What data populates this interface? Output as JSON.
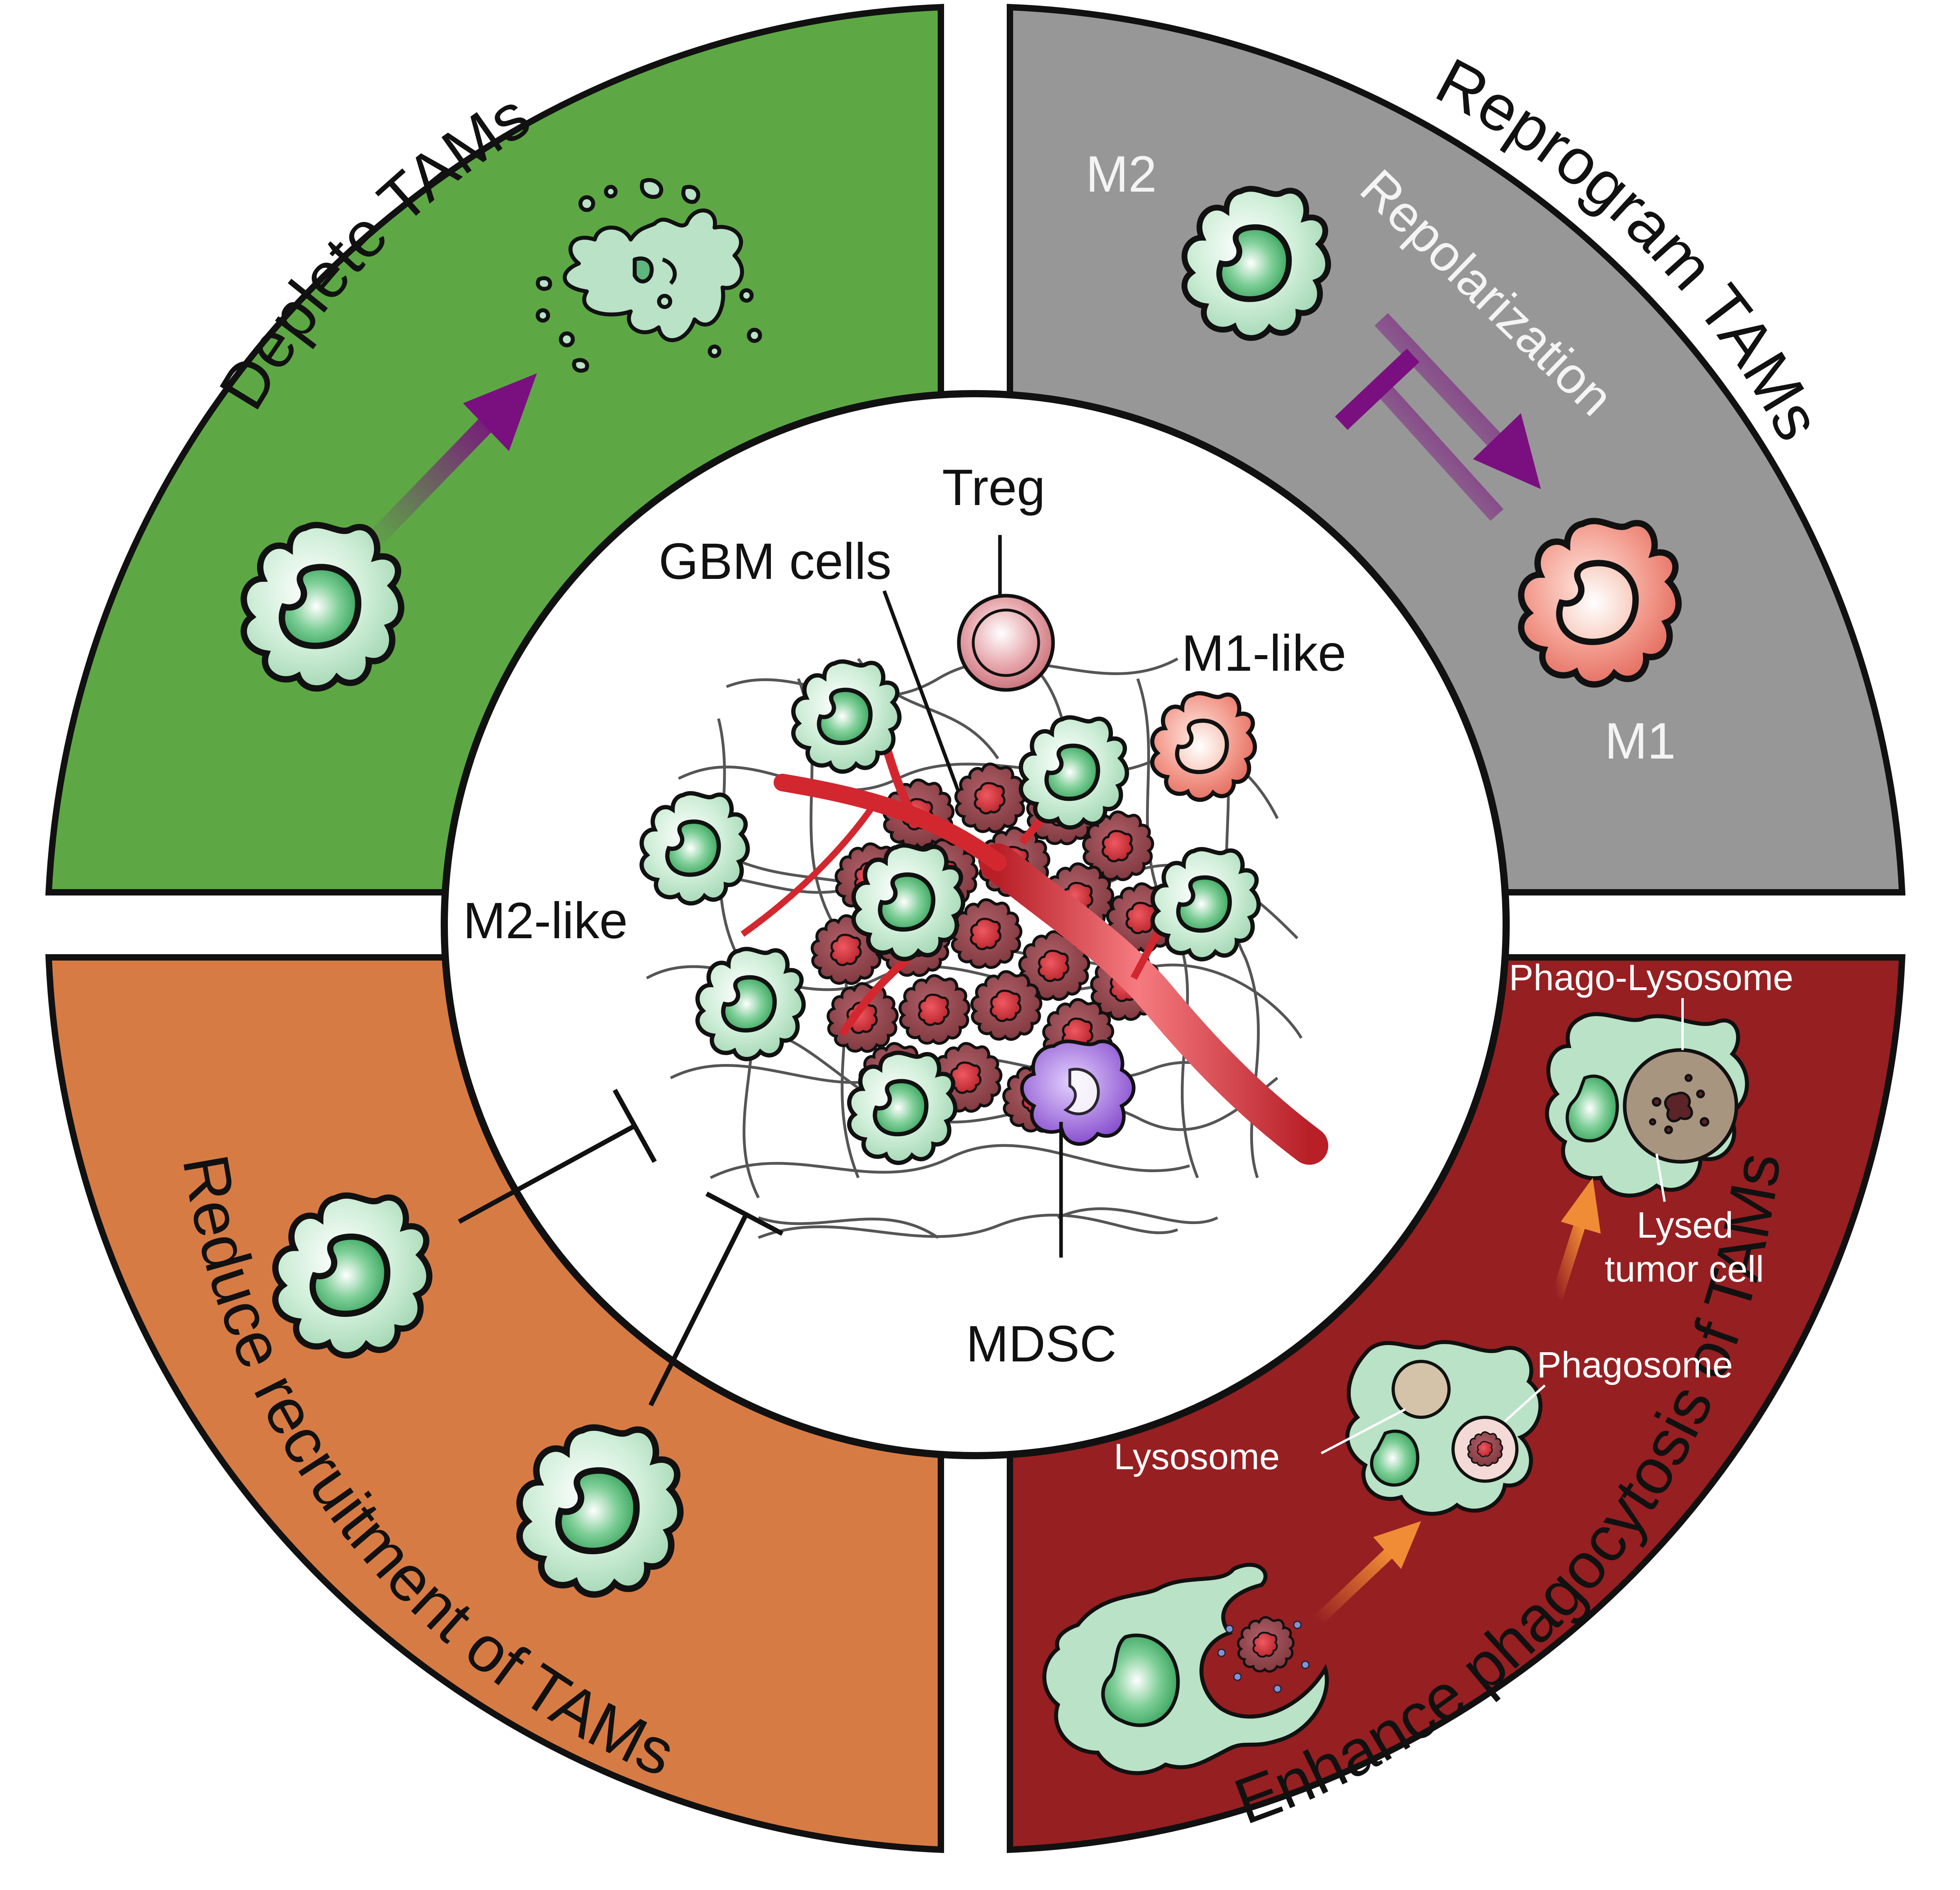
{
  "quadrants": {
    "deplete": {
      "title": "Deplete TAMs",
      "color": "#5da844"
    },
    "reprogram": {
      "title": "Reprogram TAMs",
      "color": "#979797"
    },
    "recruit": {
      "title": "Reduce recruitment of TAMs",
      "color": "#d77b44"
    },
    "phago": {
      "title": "Enhance phagocytosis of TAMs",
      "color": "#961f22"
    }
  },
  "reprogram_labels": {
    "m2": "M2",
    "m1": "M1",
    "repolarization": "Repolarization"
  },
  "center_labels": {
    "treg": "Treg",
    "gbm": "GBM cells",
    "m1_like": "M1-like",
    "m2_like": "M2-like",
    "mdsc": "MDSC"
  },
  "phago_labels": {
    "phago_lysosome": "Phago-Lysosome",
    "lysed_line1": "Lysed",
    "lysed_line2": "tumor cell",
    "phagosome": "Phagosome",
    "lysosome": "Lysosome"
  },
  "colors": {
    "macrophage_m2": "#b9e2c6",
    "nucleus_m2": "#3aa963",
    "macrophage_m1": "#f0877a",
    "tumor_cell": "#9c4a50",
    "tumor_nucleus": "#cc2a35",
    "vessel": "#d3272f",
    "mdsc": "#8a4bd0",
    "treg": "#d27d86",
    "purple_arrow": "#7a1080",
    "orange_arrow": "#f08c35"
  },
  "icons": [
    "macrophage-icon",
    "dying-macrophage-icon",
    "tumor-cell-icon",
    "treg-cell-icon",
    "mdsc-cell-icon",
    "blood-vessel-icon",
    "inhibition-icon",
    "arrow-icon"
  ]
}
